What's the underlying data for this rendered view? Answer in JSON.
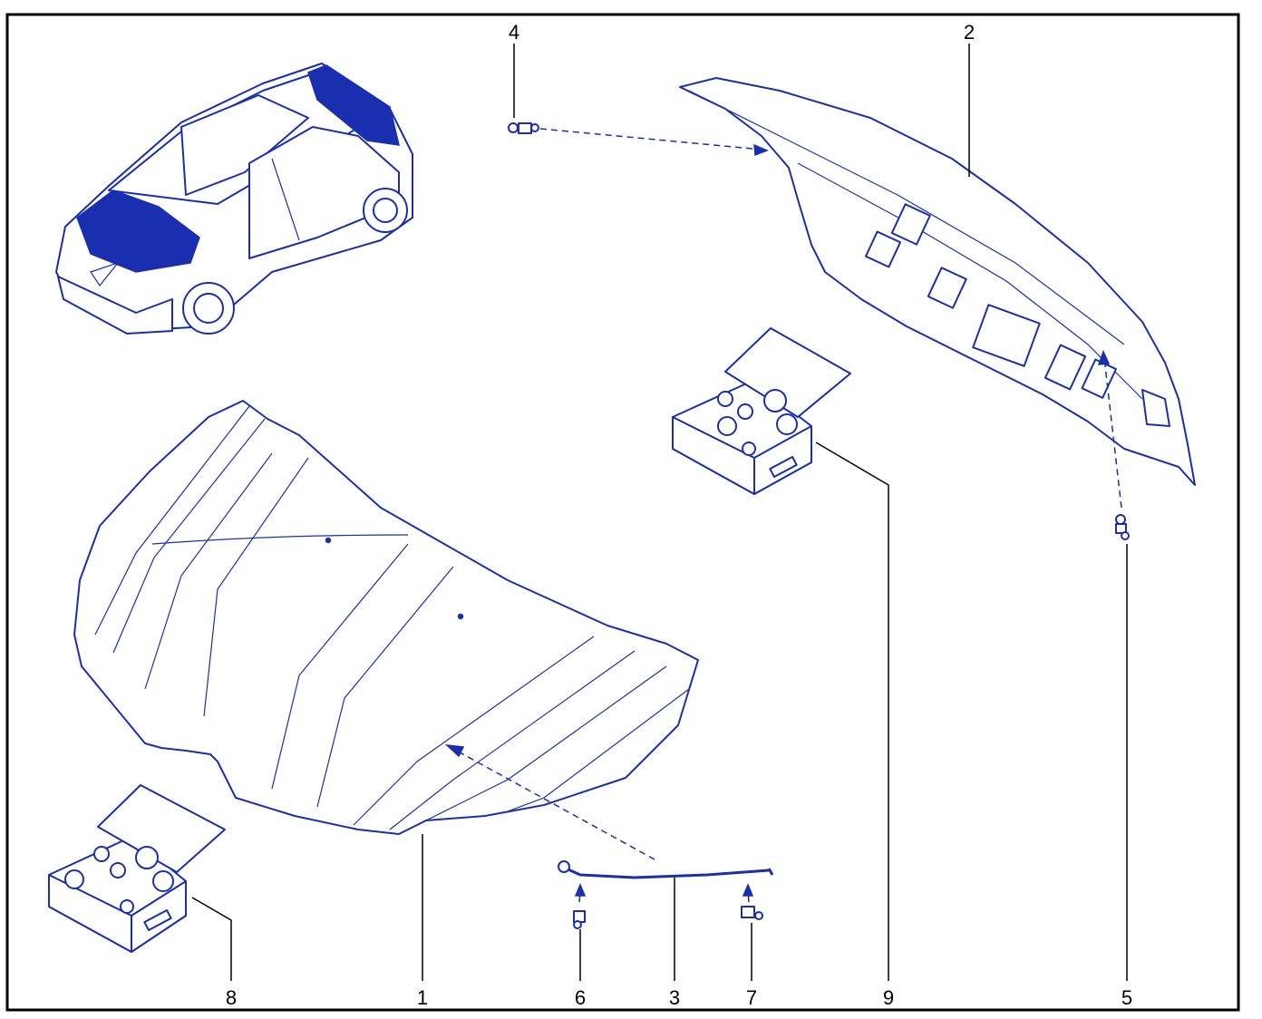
{
  "callouts": {
    "hood": "1",
    "hood_insulation": "2",
    "hood_stay": "3",
    "clip_4": "4",
    "clip_5": "5",
    "clip_6": "6",
    "clip_7": "7",
    "fastener_kit_8": "8",
    "fastener_kit_9": "9"
  },
  "colors": {
    "line": "#1a2fb0",
    "frame": "#000000",
    "background": "#ffffff"
  }
}
